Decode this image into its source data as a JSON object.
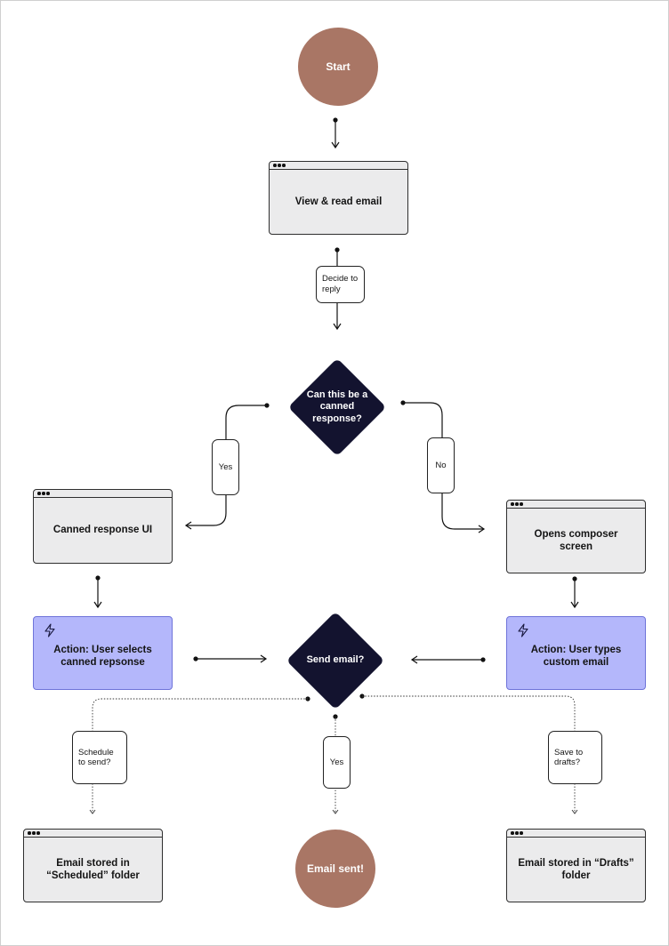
{
  "nodes": {
    "start": "Start",
    "view_email": "View & read email",
    "decision_canned": "Can this be a canned response?",
    "canned_ui": "Canned response UI",
    "composer": "Opens composer screen",
    "action_canned": "Action: User selects canned repsonse",
    "action_custom": "Action: User types custom email",
    "decision_send": "Send email?",
    "scheduled": "Email stored in “Scheduled” folder",
    "sent": "Email sent!",
    "drafts": "Email stored in “Drafts” folder"
  },
  "labels": {
    "decide_reply": "Decide to reply",
    "yes_canned": "Yes",
    "no_canned": "No",
    "schedule": "Schedule to send?",
    "yes_send": "Yes",
    "save_drafts": "Save to drafts?"
  },
  "colors": {
    "terminal": "#a97665",
    "window": "#ebebec",
    "action": "#b4b7fb",
    "decision": "#13132f"
  },
  "icons": {
    "action": "lightning-icon",
    "window": "window-dots-icon"
  }
}
